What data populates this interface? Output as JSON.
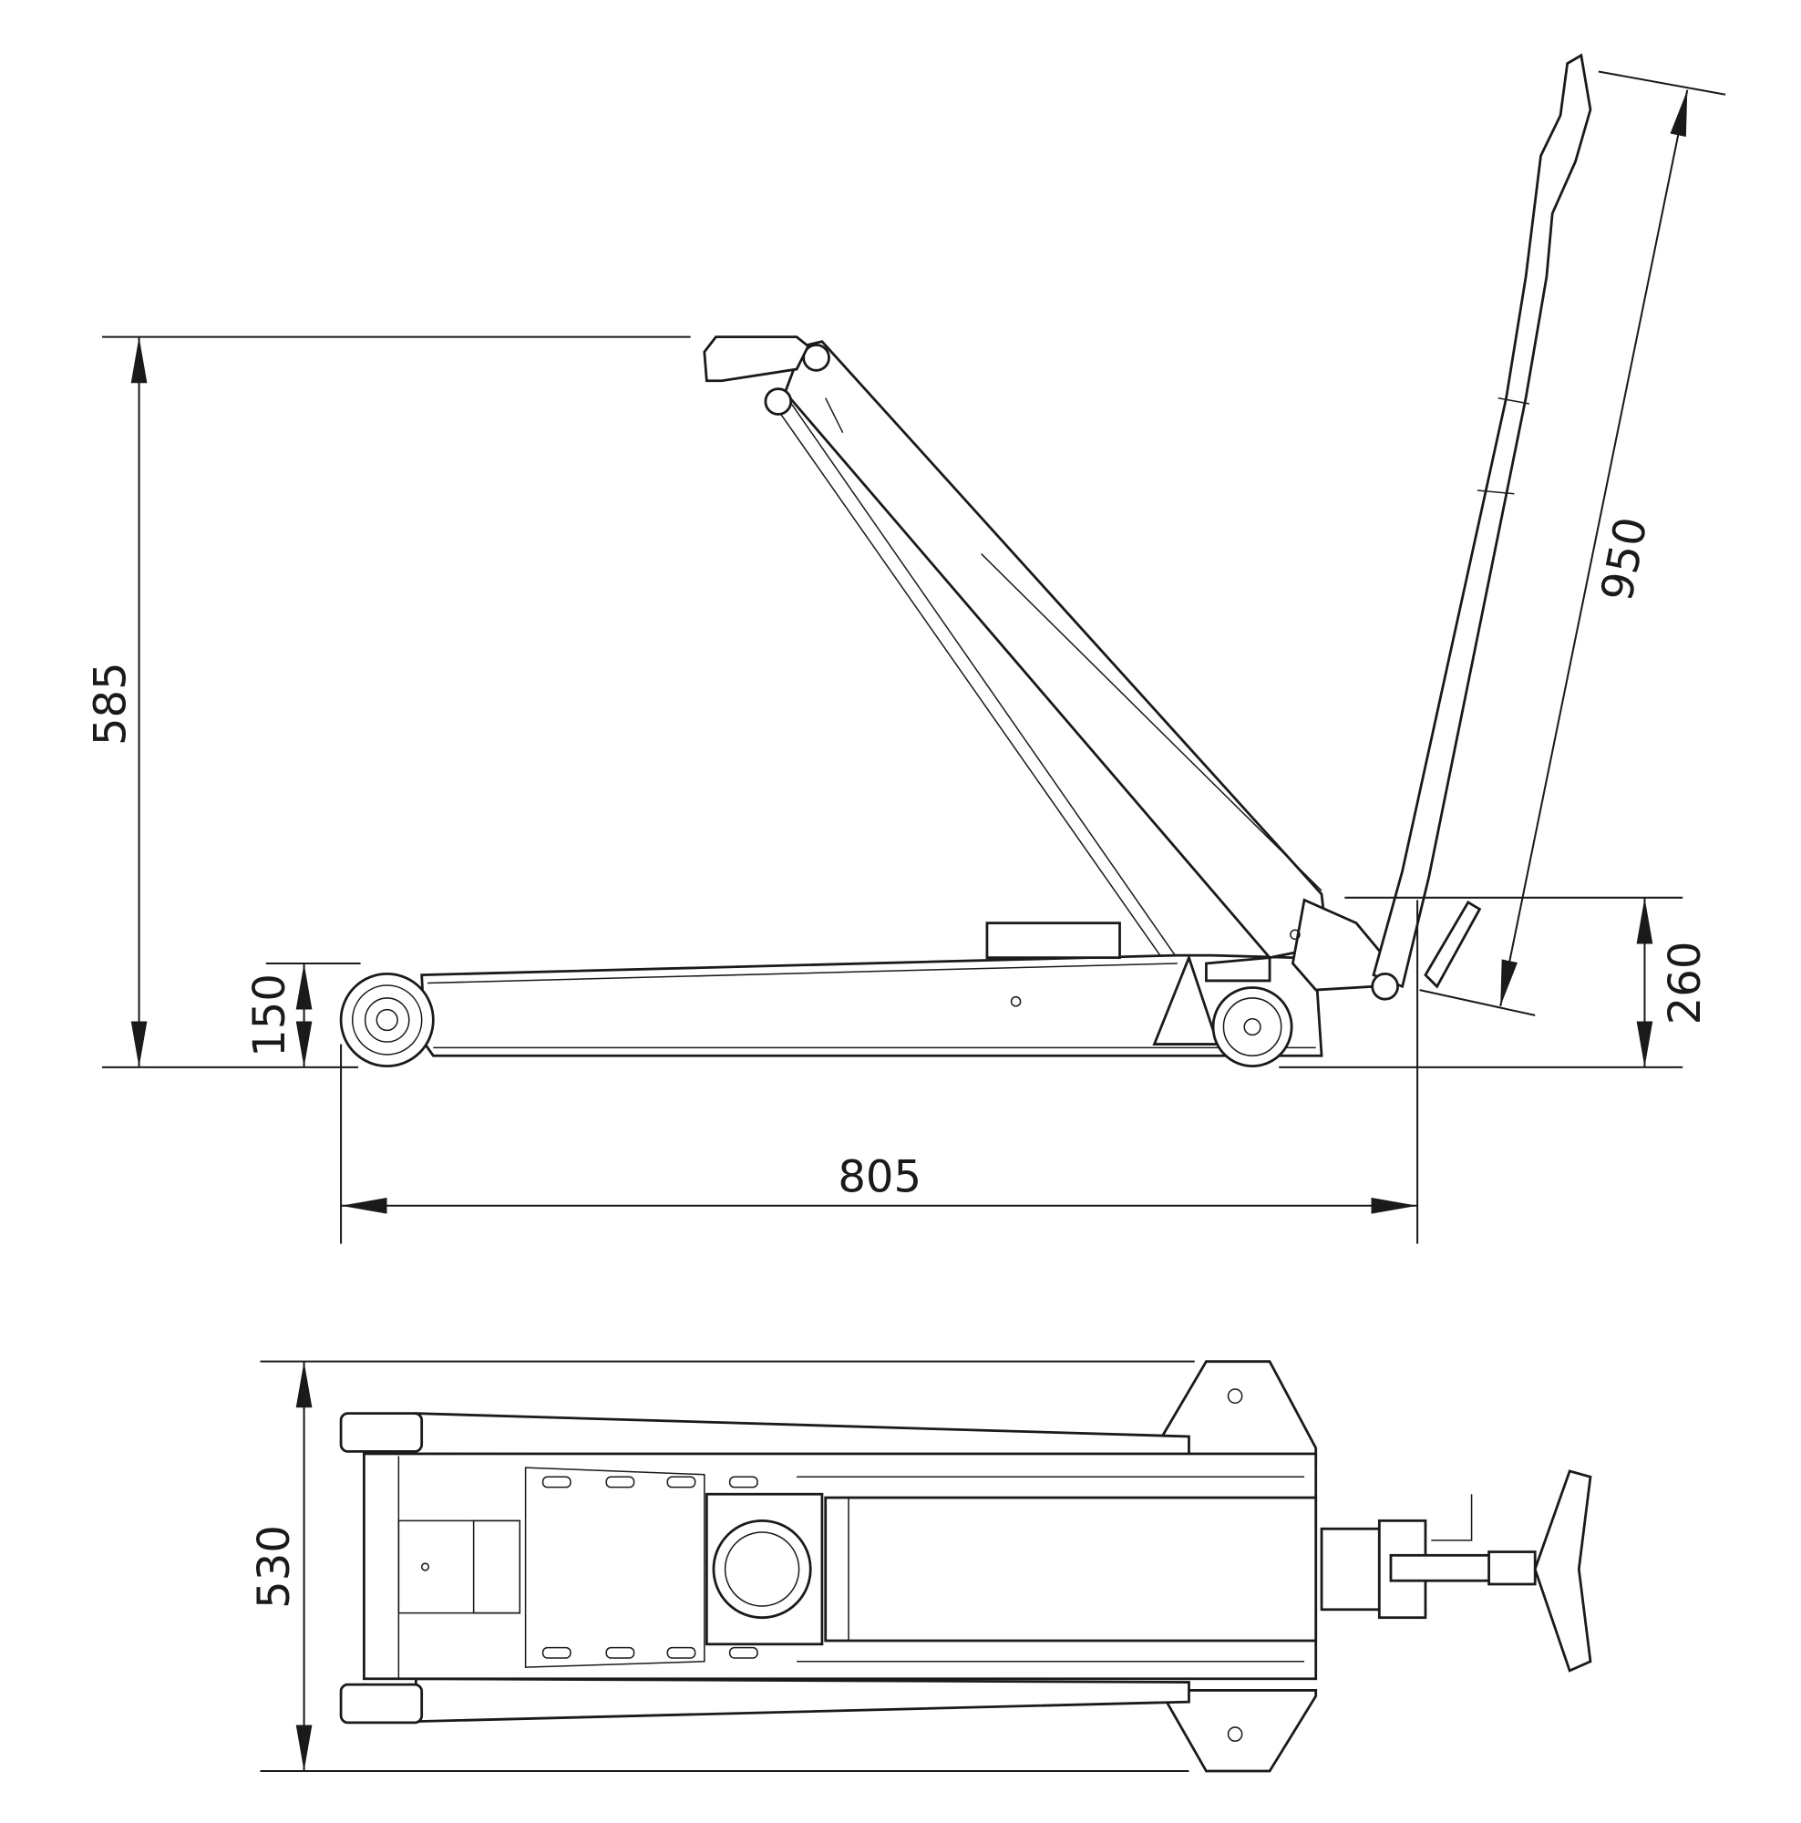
{
  "title": "Long-chassis trolley jack dimension drawing",
  "dimensions": {
    "max_height": "585",
    "min_height": "150",
    "length": "805",
    "handle_length": "950",
    "handle_pivot_height": "260",
    "width": "530"
  }
}
